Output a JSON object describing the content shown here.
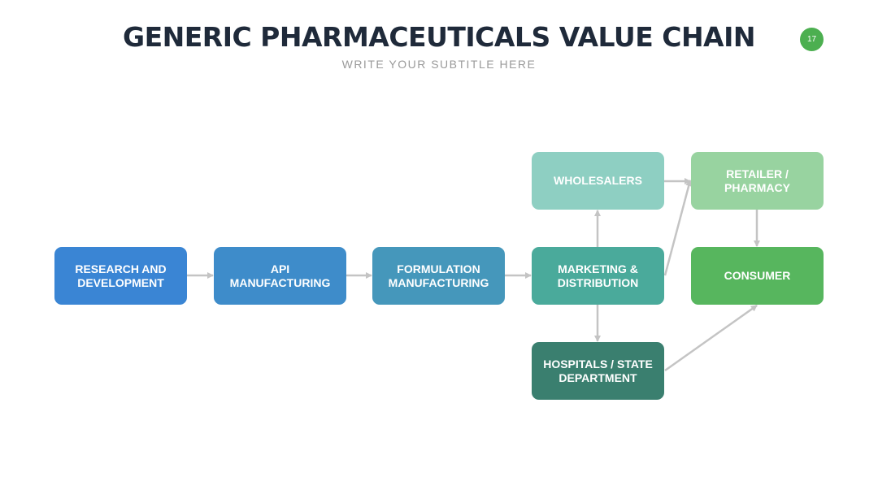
{
  "header": {
    "title": "GENERIC PHARMACEUTICALS VALUE CHAIN",
    "subtitle": "WRITE YOUR SUBTITLE HERE",
    "page_number": "17",
    "page_badge_color": "#4caf50"
  },
  "arrow_color": "#c4c4c4",
  "nodes": {
    "research": {
      "label": "RESEARCH AND DEVELOPMENT",
      "color": "#3a85d4"
    },
    "api": {
      "label": "API MANUFACTURING",
      "color": "#3e8cca"
    },
    "formulation": {
      "label": "FORMULATION MANUFACTURING",
      "color": "#4597bb"
    },
    "marketing": {
      "label": "MARKETING & DISTRIBUTION",
      "color": "#4aaa9b"
    },
    "wholesalers": {
      "label": "WHOLESALERS",
      "color": "#8ecfc2"
    },
    "hospitals": {
      "label": "HOSPITALS / STATE DEPARTMENT",
      "color": "#3a7f6f"
    },
    "retailer": {
      "label": "RETAILER / PHARMACY",
      "color": "#98d3a0"
    },
    "consumer": {
      "label": "CONSUMER",
      "color": "#57b65e"
    }
  },
  "edges": [
    [
      "research",
      "api"
    ],
    [
      "api",
      "formulation"
    ],
    [
      "formulation",
      "marketing"
    ],
    [
      "marketing",
      "wholesalers"
    ],
    [
      "marketing",
      "hospitals"
    ],
    [
      "marketing",
      "retailer"
    ],
    [
      "wholesalers",
      "retailer"
    ],
    [
      "retailer",
      "consumer"
    ],
    [
      "hospitals",
      "consumer"
    ]
  ]
}
